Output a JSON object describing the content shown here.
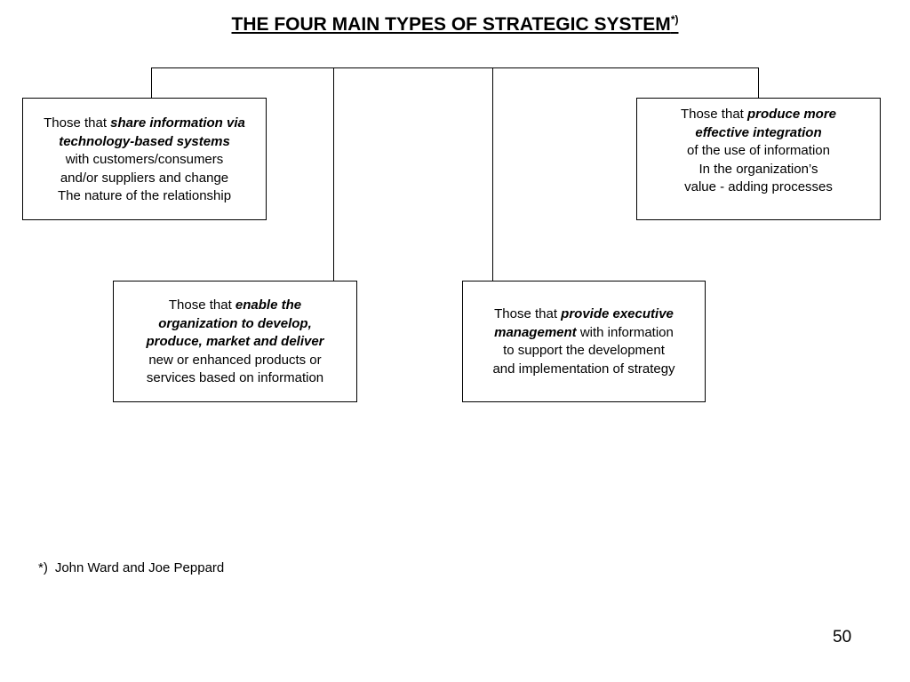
{
  "title": {
    "text": "THE FOUR MAIN TYPES OF STRATEGIC SYSTEM",
    "footnote_mark": "*)"
  },
  "boxes": {
    "share_information": {
      "prefix": "Those that ",
      "emphasis": "share information via technology-based systems",
      "lines": [
        "with customers/consumers",
        "and/or suppliers and change",
        "The nature of the relationship"
      ]
    },
    "enable_organization": {
      "prefix": "Those that ",
      "emphasis": "enable the organization to develop, produce, market and deliver",
      "lines": [
        "new or enhanced products or",
        "services based on information"
      ]
    },
    "executive_management": {
      "prefix": "Those that ",
      "emphasis": "provide executive management",
      "suffix": " with information",
      "lines": [
        "to support the development",
        "and implementation of strategy"
      ]
    },
    "effective_integration": {
      "prefix": "Those that ",
      "emphasis": "produce more effective integration",
      "lines": [
        "of the use of information",
        "In the organization’s",
        "value - adding processes"
      ]
    }
  },
  "footnote": {
    "mark": "*)",
    "text": "John Ward and Joe Peppard"
  },
  "page_number": "50"
}
